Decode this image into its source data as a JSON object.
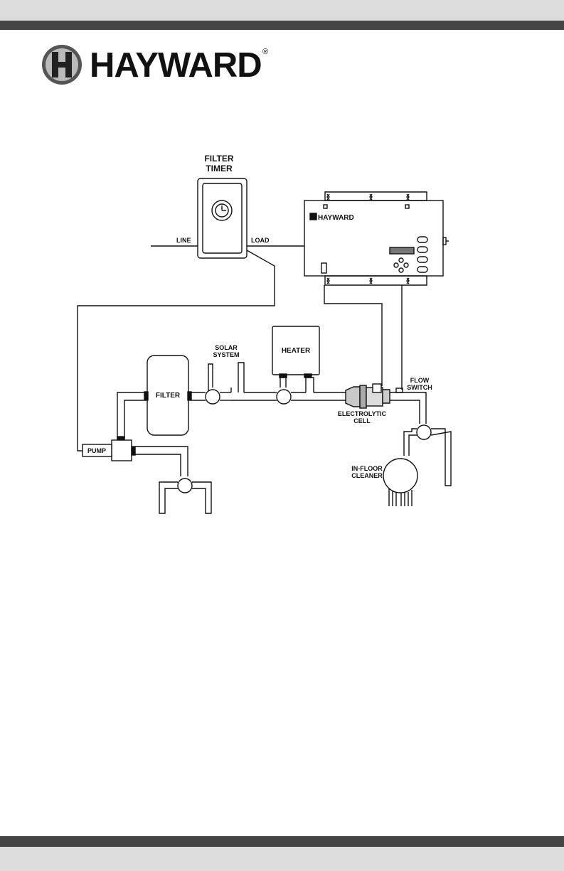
{
  "brand": {
    "name": "HAYWARD",
    "registered_mark": "®"
  },
  "diagram": {
    "filter_timer_title_line1": "FILTER",
    "filter_timer_title_line2": "TIMER",
    "line_label": "LINE",
    "load_label": "LOAD",
    "controller_brand": "HAYWARD",
    "solar_system_line1": "SOLAR",
    "solar_system_line2": "SYSTEM",
    "heater_label": "HEATER",
    "filter_label": "FILTER",
    "pump_label": "PUMP",
    "electrolytic_cell_line1": "ELECTROLYTIC",
    "electrolytic_cell_line2": "CELL",
    "flow_switch_line1": "FLOW",
    "flow_switch_line2": "SWITCH",
    "in_floor_cleaner_line1": "IN-FLOOR",
    "in_floor_cleaner_line2": "CLEANER"
  },
  "colors": {
    "band_light": "#dcdcdc",
    "band_dark": "#454545",
    "line": "#111111",
    "display": "#777777"
  }
}
